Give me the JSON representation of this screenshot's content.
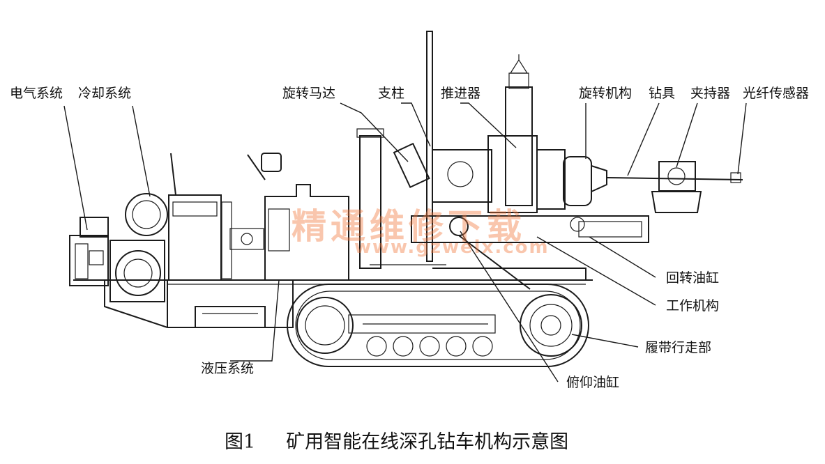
{
  "labels": {
    "electrical_system": "电气系统",
    "cooling_system": "冷却系统",
    "rotary_motor": "旋转马达",
    "column": "支柱",
    "propeller": "推进器",
    "rotary_mechanism": "旋转机构",
    "drill_tool": "钻具",
    "clamp": "夹持器",
    "fiber_sensor": "光纤传感器",
    "rotary_cylinder": "回转油缸",
    "working_mechanism": "工作机构",
    "crawler_unit": "履带行走部",
    "pitch_cylinder": "俯仰油缸",
    "hydraulic_system": "液压系统"
  },
  "watermark": {
    "text": "精通维修下载",
    "url": "www.gzweix.com"
  },
  "caption": {
    "number": "图1",
    "title": "矿用智能在线深孔钻车机构示意图"
  }
}
